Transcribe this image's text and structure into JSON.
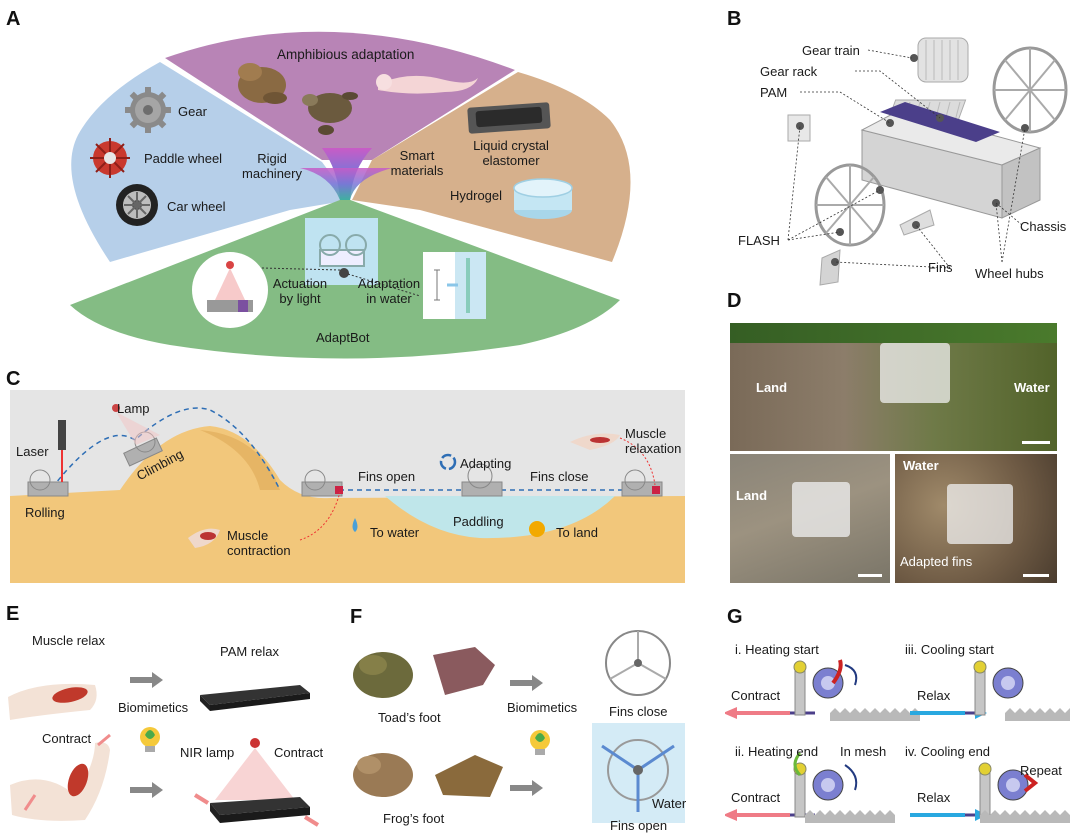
{
  "panels": {
    "a": "A",
    "b": "B",
    "c": "C",
    "d": "D",
    "e": "E",
    "f": "F",
    "g": "G"
  },
  "panelA": {
    "amphibious": "Amphibious adaptation",
    "gear": "Gear",
    "paddle_wheel": "Paddle wheel",
    "car_wheel": "Car wheel",
    "rigid_l1": "Rigid",
    "rigid_l2": "machinery",
    "smart_l1": "Smart",
    "smart_l2": "materials",
    "lce_l1": "Liquid crystal",
    "lce_l2": "elastomer",
    "hydrogel": "Hydrogel",
    "act_l1": "Actuation",
    "act_l2": "by light",
    "adapt_l1": "Adaptation",
    "adapt_l2": "in water",
    "adaptbot": "AdaptBot"
  },
  "panelB": {
    "gear_train": "Gear train",
    "gear_rack": "Gear rack",
    "pam": "PAM",
    "flash": "FLASH",
    "fins": "Fins",
    "wheel_hubs": "Wheel hubs",
    "chassis": "Chassis"
  },
  "panelC": {
    "lamp": "Lamp",
    "laser": "Laser",
    "climbing": "Climbing",
    "rolling": "Rolling",
    "fins_open": "Fins open",
    "adapting": "Adapting",
    "fins_close": "Fins close",
    "muscle_relax_l1": "Muscle",
    "muscle_relax_l2": "relaxation",
    "muscle_contr_l1": "Muscle",
    "muscle_contr_l2": "contraction",
    "to_water": "To water",
    "paddling": "Paddling",
    "to_land": "To land"
  },
  "panelD": {
    "land_top": "Land",
    "water_top": "Water",
    "land_bl": "Land",
    "water_br": "Water",
    "adapted_fins": "Adapted fins"
  },
  "panelE": {
    "muscle_relax": "Muscle relax",
    "pam_relax": "PAM relax",
    "biomimetics": "Biomimetics",
    "contract_left": "Contract",
    "nir_lamp": "NIR lamp",
    "contract_right": "Contract"
  },
  "panelF": {
    "toads_foot": "Toad’s foot",
    "biomimetics": "Biomimetics",
    "fins_close": "Fins close",
    "frogs_foot": "Frog’s foot",
    "water": "Water",
    "fins_open": "Fins open"
  },
  "panelG": {
    "i": "i. Heating start",
    "iii": "iii. Cooling start",
    "contract1": "Contract",
    "relax1": "Relax",
    "ii": "ii. Heating end",
    "in_mesh": "In mesh",
    "iv": "iv. Cooling end",
    "repeat": "Repeat",
    "contract2": "Contract",
    "relax2": "Relax"
  },
  "colors": {
    "blue_sector": "#b6cfe9",
    "purple_sector": "#b884b6",
    "tan_sector": "#d6b08c",
    "green_sector": "#84bc84",
    "sand": "#f2c77b",
    "water": "#bfe6ea",
    "contract_arrow": "#ef7b86",
    "relax_arrow": "#29a8e0"
  }
}
